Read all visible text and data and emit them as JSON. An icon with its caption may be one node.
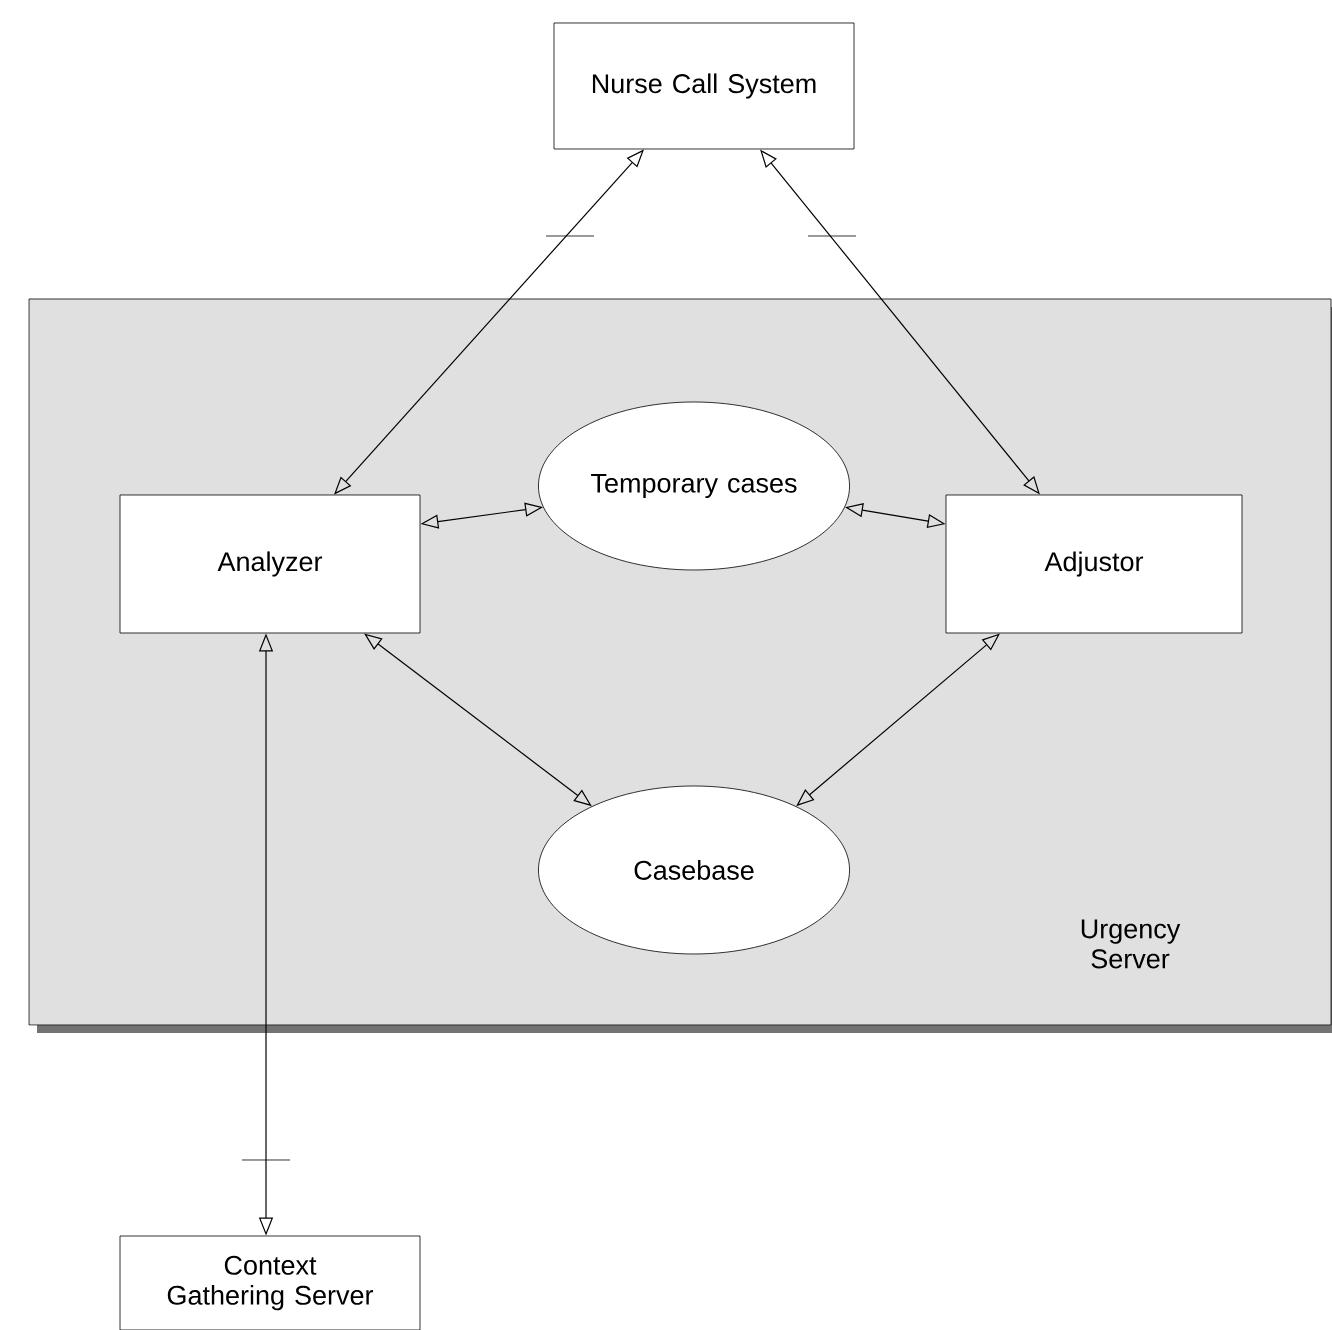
{
  "diagram": {
    "nodes": [
      {
        "text": [
          "Nurse Call System"
        ]
      },
      {
        "text": [
          "Urgency Server"
        ]
      },
      {
        "text": [
          "Analyzer"
        ],
        "in": 1
      },
      {
        "text": [
          "Temporary cases"
        ],
        "in": 1
      },
      {
        "text": [
          "Adjustor"
        ],
        "in": 1
      },
      {
        "text": [
          "Casebase"
        ],
        "in": 1
      },
      {
        "text": [
          "Context Gathering Server"
        ]
      }
    ],
    "edges": [
      {
        "from": 2,
        "to": 0,
        "arrow": "both"
      },
      {
        "from": 4,
        "to": 0,
        "arrow": "both"
      },
      {
        "from": 2,
        "to": 3,
        "arrow": "both"
      },
      {
        "from": 3,
        "to": 4,
        "arrow": "both"
      },
      {
        "from": 2,
        "to": 5,
        "arrow": "both"
      },
      {
        "from": 4,
        "to": 5,
        "arrow": "both"
      },
      {
        "from": 2,
        "to": 6,
        "arrow": "both"
      }
    ]
  }
}
